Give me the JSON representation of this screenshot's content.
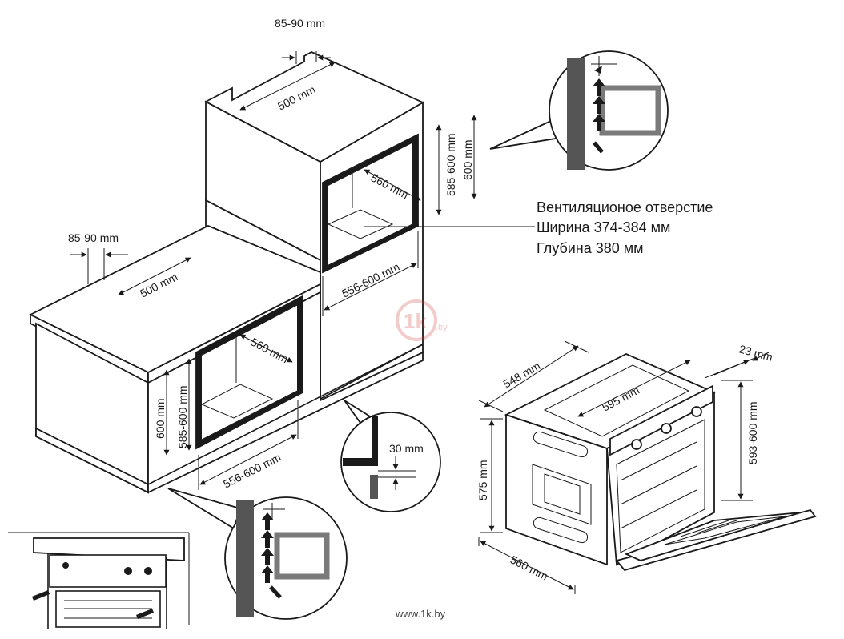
{
  "top_cabinet": {
    "gap_label": "85-90 mm",
    "depth_label": "500 mm",
    "inner_depth_label": "560 mm",
    "height_range_label": "585-600 mm",
    "height_label": "600 mm",
    "width_label": "556-600 mm"
  },
  "bottom_cabinet": {
    "gap_label": "85-90 mm",
    "depth_label": "500 mm",
    "inner_depth_label": "560 mm",
    "height_label": "600 mm",
    "height_range_label": "585-600 mm",
    "width_label": "556-600 mm"
  },
  "ventilation_note": {
    "line1": "Вентиляционое отверстие",
    "line2": "Ширина 374-384 мм",
    "line3": "Глубина 380 мм"
  },
  "plinth_detail": {
    "gap_label": "30 mm"
  },
  "oven": {
    "depth_label": "548 mm",
    "width_label": "595 mm",
    "front_label": "23 mm",
    "height_range_label": "593-600 mm",
    "body_height_label": "575 mm",
    "body_depth_label": "560 mm"
  },
  "watermark": {
    "text": "1k",
    "domain": ".by"
  },
  "source_caption": "www.1k.by"
}
